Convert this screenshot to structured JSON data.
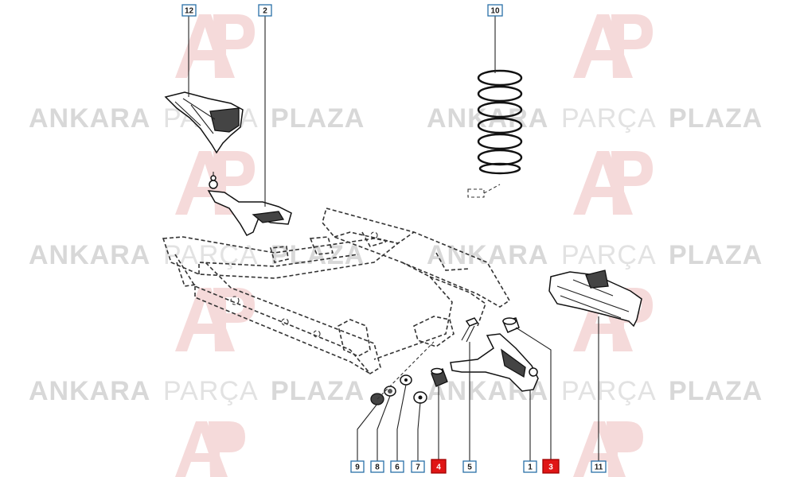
{
  "watermark": {
    "word1": "ANKARA",
    "word2": "PARÇA",
    "word3": "PLAZA",
    "logo_letters": "AP"
  },
  "callouts": [
    {
      "label": "12",
      "highlight": false
    },
    {
      "label": "2",
      "highlight": false
    },
    {
      "label": "10",
      "highlight": false
    },
    {
      "label": "9",
      "highlight": false
    },
    {
      "label": "8",
      "highlight": false
    },
    {
      "label": "6",
      "highlight": false
    },
    {
      "label": "7",
      "highlight": false
    },
    {
      "label": "4",
      "highlight": true
    },
    {
      "label": "5",
      "highlight": false
    },
    {
      "label": "1",
      "highlight": false
    },
    {
      "label": "3",
      "highlight": true
    },
    {
      "label": "11",
      "highlight": false
    }
  ],
  "colors": {
    "highlight": "#e01515",
    "callout_border": "#2a6fa8",
    "watermark_logo": "#f3d0d0"
  }
}
